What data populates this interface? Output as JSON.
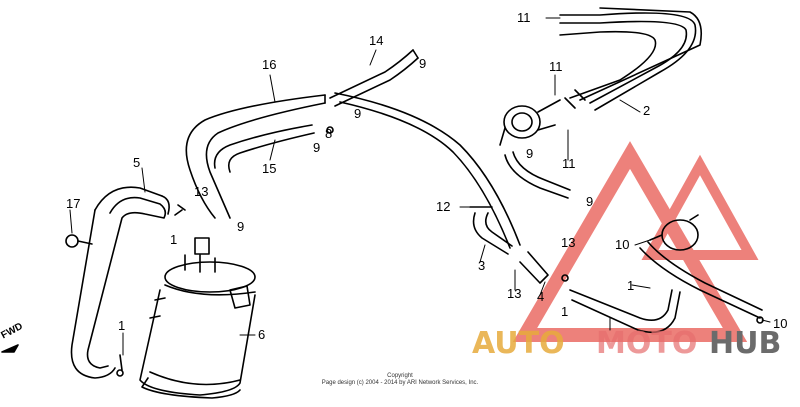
{
  "diagram": {
    "callouts": {
      "c1a": "1",
      "c1b": "1",
      "c1c": "1",
      "c1d": "1",
      "c2": "2",
      "c3": "3",
      "c4": "4",
      "c5": "5",
      "c6": "6",
      "c8": "8",
      "c9a": "9",
      "c9b": "9",
      "c9c": "9",
      "c9d": "9",
      "c9e": "9",
      "c9f": "9",
      "c10a": "10",
      "c10b": "10",
      "c11a": "11",
      "c11b": "11",
      "c11c": "11",
      "c12": "12",
      "c13a": "13",
      "c13b": "13",
      "c13c": "13",
      "c14": "14",
      "c15": "15",
      "c16": "16",
      "c17": "17"
    },
    "fwd_label": "FWD",
    "copyright_line1": "Copyright",
    "copyright_line2": "Page design (c) 2004 - 2014 by ARI Network Services, Inc.",
    "watermark": {
      "part1": "AUTO",
      "part2": "MOTO",
      "part3": "HUB",
      "colors": {
        "auto": "#e6aa3c",
        "moto": "#e66e6e",
        "hub": "#6b6b6b",
        "triangle": "#e8584f"
      }
    }
  }
}
